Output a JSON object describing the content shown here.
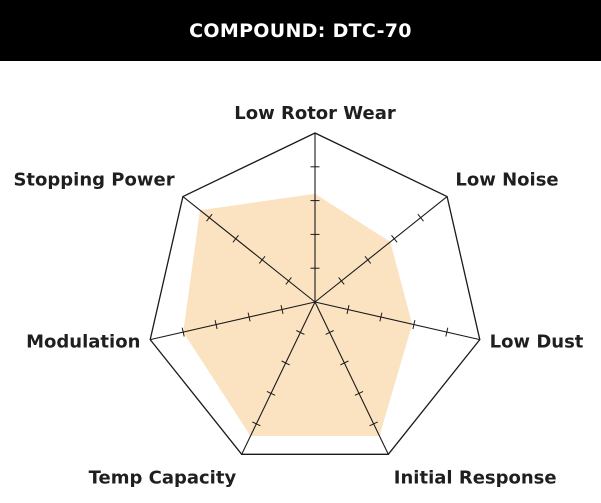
{
  "header": {
    "title": "COMPOUND: DTC-70"
  },
  "colors": {
    "header_bg": "#000000",
    "header_text": "#ffffff",
    "fill": "#fbe3c2",
    "grid": "#1a1a1a"
  },
  "chart_data": {
    "type": "radar",
    "title": "COMPOUND: DTC-70",
    "axes": [
      "Low Rotor Wear",
      "Low Noise",
      "Low Dust",
      "Initial Response",
      "Temp Capacity",
      "Modulation",
      "Stopping Power"
    ],
    "values": [
      0.64,
      0.57,
      0.59,
      0.88,
      0.88,
      0.8,
      0.87
    ],
    "range": [
      0,
      1
    ],
    "ticks": [
      0.2,
      0.4,
      0.6,
      0.8
    ],
    "grid": "outer-ring-and-spokes"
  }
}
